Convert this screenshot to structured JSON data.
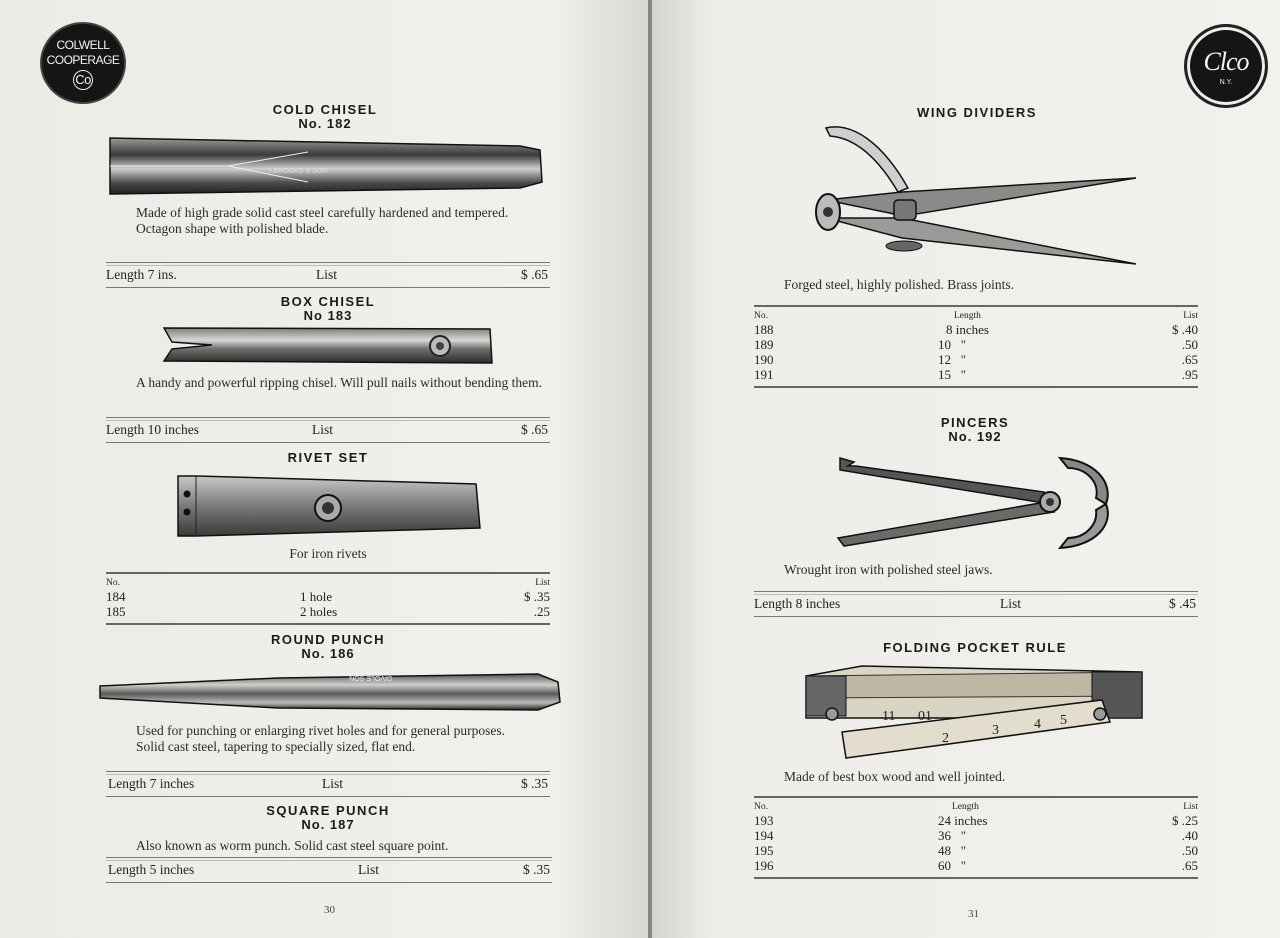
{
  "left_page": {
    "logo": {
      "line1": "COLWELL",
      "line2": "COOPERAGE",
      "line3": "Co"
    },
    "page_number": "30",
    "cold_chisel": {
      "title": "COLD CHISEL",
      "number": "No. 182",
      "imprint": "J.BROOKS & SON",
      "description": [
        "Made of high grade solid cast steel carefully hardened and tempered.",
        "Octagon shape with polished blade."
      ],
      "price_row": {
        "spec": "Length 7 ins.",
        "label": "List",
        "price": "$ .65"
      }
    },
    "box_chisel": {
      "title": "BOX CHISEL",
      "number": "No 183",
      "description": [
        "A handy and powerful ripping chisel. Will pull nails without bending them."
      ],
      "price_row": {
        "spec": "Length 10 inches",
        "label": "List",
        "price": "$ .65"
      }
    },
    "rivet_set": {
      "title": "RIVET SET",
      "caption": "For iron rivets",
      "table": {
        "headers": {
          "no": "No.",
          "list": "List"
        },
        "rows": [
          {
            "no": "184",
            "desc": "1 hole",
            "price": "$ .35"
          },
          {
            "no": "185",
            "desc": "2 holes",
            "price": ".25"
          }
        ]
      }
    },
    "round_punch": {
      "title": "ROUND PUNCH",
      "number": "No. 186",
      "imprint": "DIVOLE SON",
      "description": [
        "Used for punching or enlarging rivet holes and for general purposes.",
        "Solid cast steel, tapering to specially sized, flat end."
      ],
      "price_row": {
        "spec": "Length 7 inches",
        "label": "List",
        "price": "$ .35"
      }
    },
    "square_punch": {
      "title": "SQUARE PUNCH",
      "number": "No. 187",
      "description": [
        "Also known as worm punch. Solid cast steel square point."
      ],
      "price_row": {
        "spec": "Length 5 inches",
        "label": "List",
        "price": "$ .35"
      }
    }
  },
  "right_page": {
    "logo": {
      "line1": "Clco",
      "line2": "N.Y."
    },
    "page_number": "31",
    "wing_dividers": {
      "title": "WING DIVIDERS",
      "caption": "Forged steel, highly polished. Brass joints.",
      "table": {
        "headers": {
          "no": "No.",
          "length": "Length",
          "list": "List"
        },
        "rows": [
          {
            "no": "188",
            "length": "8 inches",
            "price": "$ .40"
          },
          {
            "no": "189",
            "length": "10   \"",
            "price": ".50"
          },
          {
            "no": "190",
            "length": "12   \"",
            "price": ".65"
          },
          {
            "no": "191",
            "length": "15   \"",
            "price": ".95"
          }
        ]
      }
    },
    "pincers": {
      "title": "PINCERS",
      "number": "No. 192",
      "caption": "Wrought iron with polished steel jaws.",
      "price_row": {
        "spec": "Length 8 inches",
        "label": "List",
        "price": "$ .45"
      }
    },
    "pocket_rule": {
      "title": "FOLDING POCKET RULE",
      "caption": "Made of best box wood and well jointed.",
      "rule_digits": [
        "11",
        "01",
        "2",
        "3",
        "4",
        "5"
      ],
      "table": {
        "headers": {
          "no": "No.",
          "length": "Length",
          "list": "List"
        },
        "rows": [
          {
            "no": "193",
            "length": "24 inches",
            "price": "$ .25"
          },
          {
            "no": "194",
            "length": "36   \"",
            "price": ".40"
          },
          {
            "no": "195",
            "length": "48   \"",
            "price": ".50"
          },
          {
            "no": "196",
            "length": "60   \"",
            "price": ".65"
          }
        ]
      }
    }
  },
  "colors": {
    "paper": "#efede8",
    "ink": "#222222",
    "logo": "#151515"
  }
}
